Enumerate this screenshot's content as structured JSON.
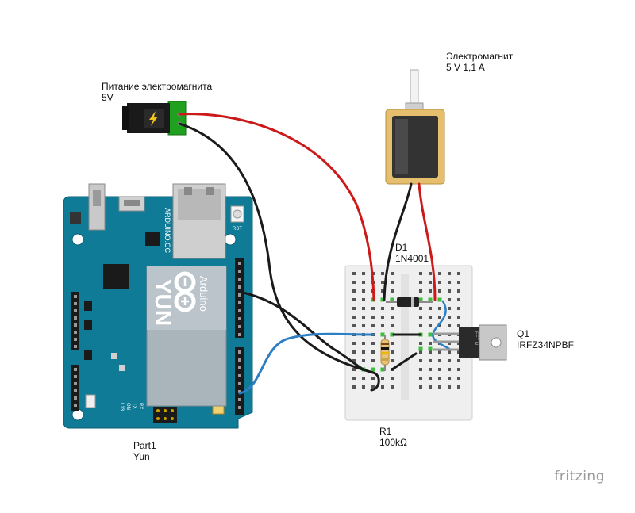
{
  "labels": {
    "power": {
      "line1": "Питание электромагнита",
      "line2": "5V"
    },
    "solenoid": {
      "line1": "Электромагнит",
      "line2": "5 V 1,1 A"
    },
    "diode": {
      "line1": "D1",
      "line2": "1N4001"
    },
    "mosfet": {
      "line1": "Q1",
      "line2": "IRFZ34NPBF"
    },
    "resistor": {
      "line1": "R1",
      "line2": "100kΩ"
    },
    "arduino": {
      "line1": "Part1",
      "line2": "Yun"
    }
  },
  "board": {
    "name": "YUN",
    "brand": "Arduino",
    "site": "ARDUINO.CC",
    "rst_label": "RST",
    "pin_labels": [
      "L13",
      "ON",
      "TX",
      "RX"
    ]
  },
  "mosfet_marking": "FET N",
  "logo": "fritzing",
  "colors": {
    "board": "#0f7b96",
    "board_dark": "#0a5f75",
    "wire_red": "#cc1a1a",
    "wire_black": "#1a1a1a",
    "wire_blue": "#2c7fc4",
    "breadboard": "#efefef",
    "solenoid_frame": "#e5bf6d"
  }
}
